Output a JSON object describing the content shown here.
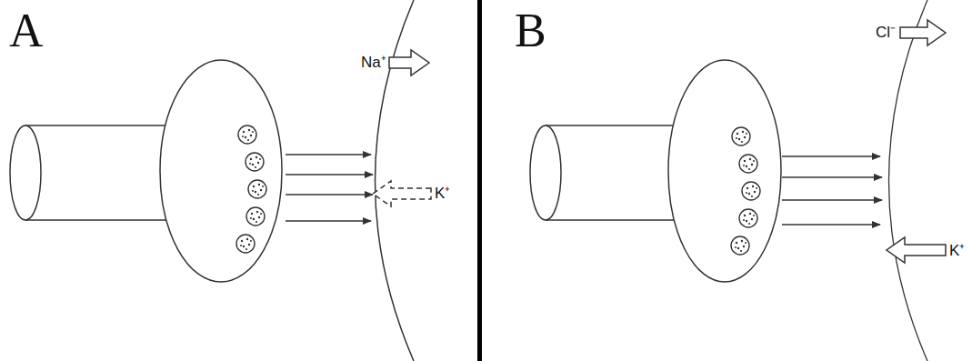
{
  "diagram": {
    "labels": [
      "A",
      "Na⁺",
      "K⁺",
      "B",
      "Cl⁻",
      "K⁺"
    ]
  }
}
